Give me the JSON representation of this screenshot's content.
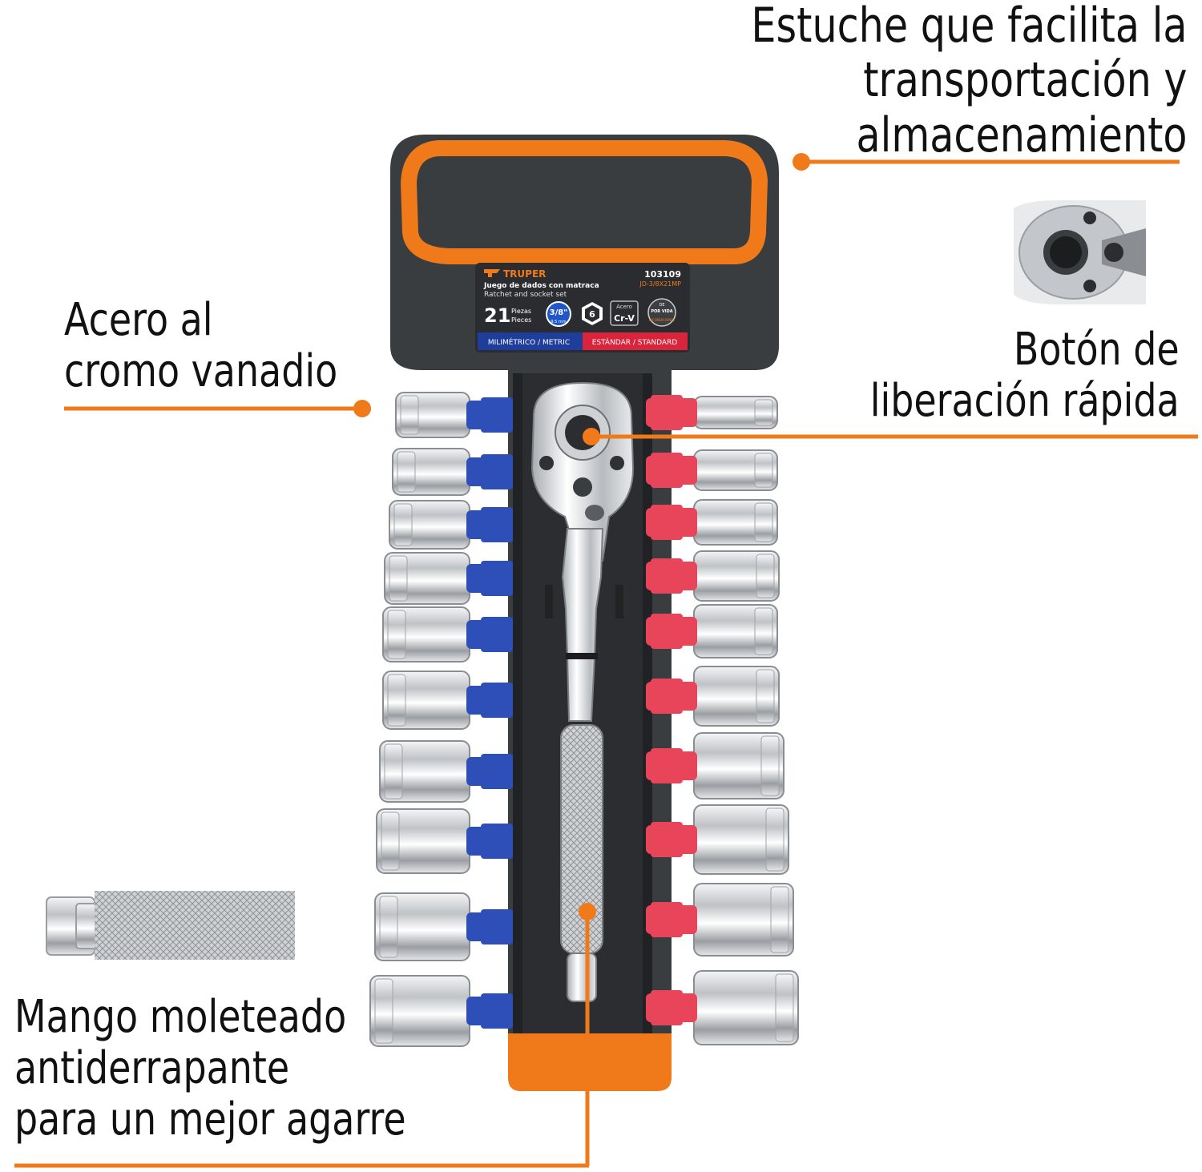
{
  "colors": {
    "accent_orange": "#f07a1a",
    "case_dark": "#3a3d40",
    "metric_blue": "#2f4fb8",
    "standard_red": "#e8455a",
    "chrome": "#d9dbde"
  },
  "callouts": {
    "estuche": "Estuche que facilita la\ntransportación y\nalmacenamiento",
    "acero": "Acero al\ncromo vanadio",
    "boton": "Botón de\nliberación rápida",
    "mango": "Mango moleteado\nantiderrapante\npara un mejor agarre"
  },
  "product_label": {
    "brand": "TRUPER",
    "model_number": "103109",
    "model_code": "JD-3/8X21MP",
    "name_es": "Juego de dados con matraca",
    "name_en": "Ratchet and socket set",
    "pieces_count": "21",
    "pieces_es": "Piezas",
    "pieces_en": "Pieces",
    "drive_size": "3/8\"",
    "drive_mm": "9.5 mm",
    "points": "6",
    "material_label": "Acero",
    "material": "Cr-V",
    "warranty_line1": "DE",
    "warranty_line2": "POR VIDA",
    "warranty_line3": "INCONDICIONAL",
    "metric_band": "MILIMÉTRICO / METRIC",
    "standard_band": "ESTÁNDAR / STANDARD"
  },
  "icons": [
    "ratchet-wrench-icon",
    "release-button-detail-icon",
    "knurled-handle-detail-icon",
    "socket-icon",
    "truper-logo-icon"
  ]
}
